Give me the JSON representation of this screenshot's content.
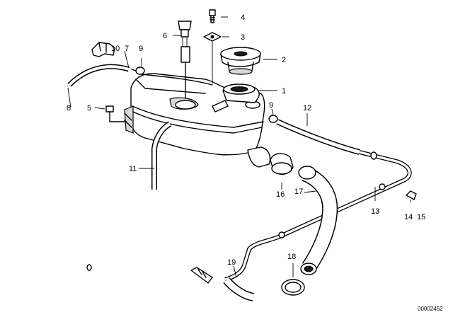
{
  "callouts": [
    "1",
    "2",
    "3",
    "4",
    "5",
    "6",
    "7",
    "8",
    "9",
    "9",
    "10",
    "11",
    "12",
    "13",
    "14",
    "15",
    "16",
    "17",
    "18",
    "19"
  ],
  "reference_number": "00002452"
}
